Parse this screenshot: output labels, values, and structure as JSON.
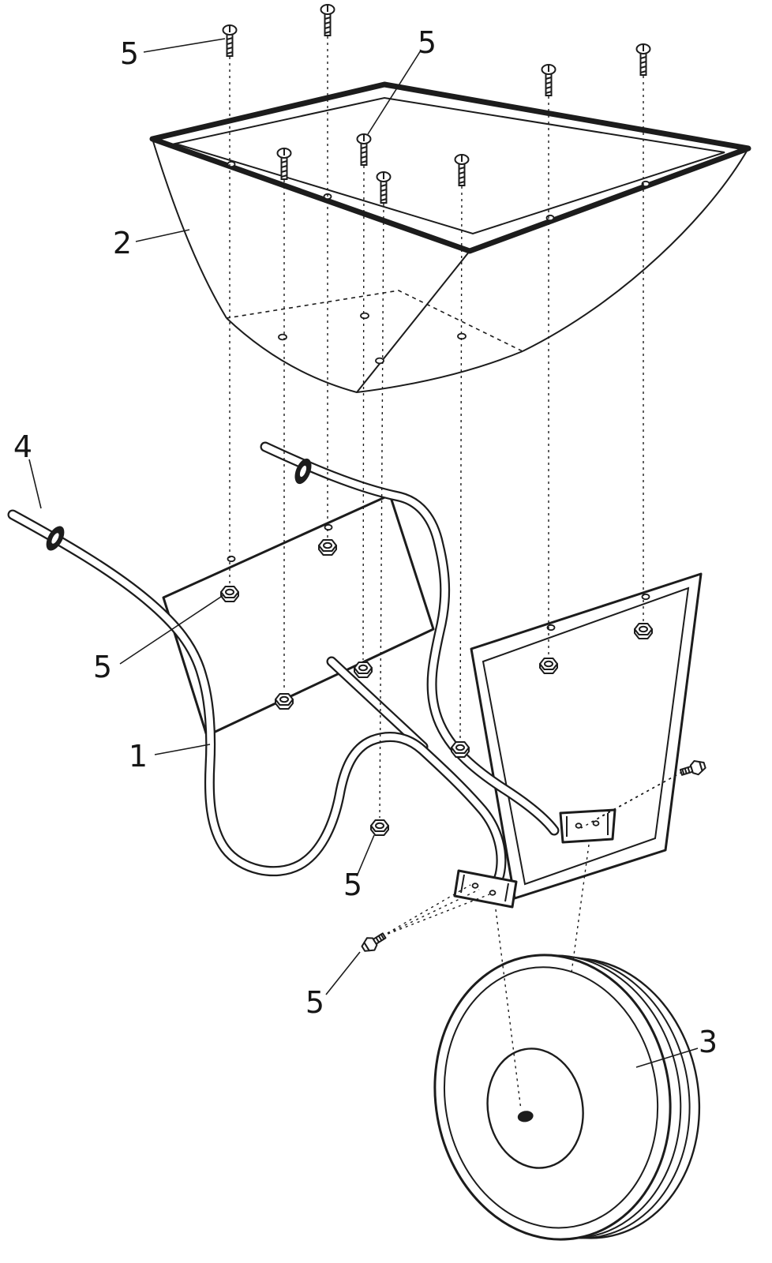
{
  "figure": {
    "background": "#ffffff",
    "ink": "#1c1c1c",
    "type": "exploded-parts-diagram"
  },
  "labels": [
    {
      "id": "callout-5-top-left",
      "text": "5"
    },
    {
      "id": "callout-5-top-middle",
      "text": "5"
    },
    {
      "id": "callout-2",
      "text": "2"
    },
    {
      "id": "callout-4",
      "text": "4"
    },
    {
      "id": "callout-5-left-plate",
      "text": "5"
    },
    {
      "id": "callout-1",
      "text": "1"
    },
    {
      "id": "callout-5-mid-frame",
      "text": "5"
    },
    {
      "id": "callout-5-axle-bolt",
      "text": "5"
    },
    {
      "id": "callout-3",
      "text": "3"
    }
  ]
}
